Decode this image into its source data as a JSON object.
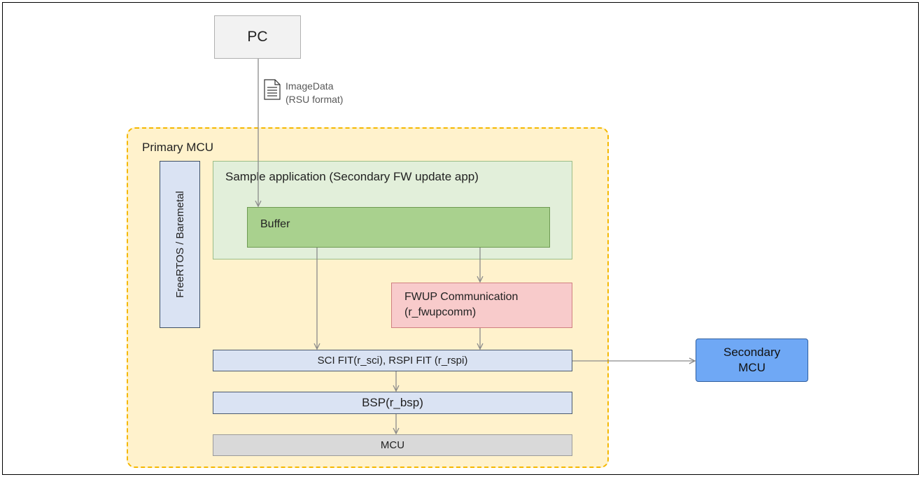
{
  "pc": {
    "label": "PC"
  },
  "image_data": {
    "line1": "ImageData",
    "line2": "(RSU format)"
  },
  "primary_mcu": {
    "label": "Primary MCU"
  },
  "rtos": {
    "label": "FreeRTOS / Baremetal"
  },
  "sample_app": {
    "label": "Sample application (Secondary FW update app)"
  },
  "buffer": {
    "label": "Buffer"
  },
  "fwup": {
    "line1": "FWUP Communication",
    "line2": "(r_fwupcomm)"
  },
  "sci": {
    "label": "SCI FIT(r_sci), RSPI FIT (r_rspi)"
  },
  "bsp": {
    "label": "BSP(r_bsp)"
  },
  "mcu": {
    "label": "MCU"
  },
  "secondary_mcu": {
    "line1": "Secondary",
    "line2": "MCU"
  },
  "colors": {
    "primary_fill": "#fff2cc",
    "primary_border": "#f5b800",
    "app_fill": "#e2efda",
    "buffer_fill": "#a9d18e",
    "fwup_fill": "#f8cbcb",
    "layer_fill": "#dae3f3",
    "mcu_fill": "#d9d9d9",
    "secondary_fill": "#6fa8f5"
  }
}
